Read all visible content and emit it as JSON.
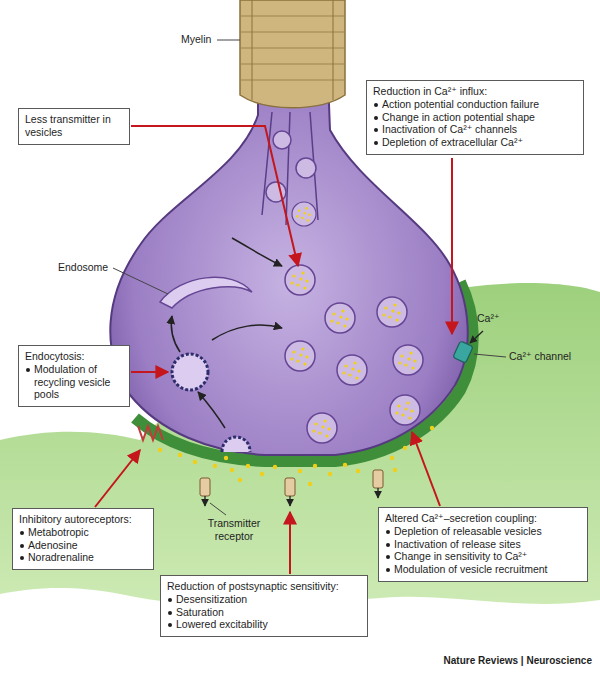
{
  "diagram": {
    "nodes": [
      {
        "text": [
          "Less transmitter in vesicles"
        ]
      },
      {
        "text": [
          "Reduction in Ca²⁺ influx:",
          "Action potential conduction failure",
          "Change in action potential shape",
          "Inactivation of Ca²⁺ channels",
          "Depletion of extracellular Ca²⁺"
        ]
      },
      {
        "text": [
          "Endocytosis:",
          "Modulation of recycling vesicle pools"
        ]
      },
      {
        "text": [
          "Inhibitory autoreceptors:",
          "Metabotropic",
          "Adenosine",
          "Noradrenaline"
        ]
      },
      {
        "text": [
          "Reduction of postsynaptic sensitivity:",
          "Desensitization",
          "Saturation",
          "Lowered excitability"
        ]
      },
      {
        "text": [
          "Altered Ca²⁺–secretion coupling:",
          "Depletion of releasable vesicles",
          "Inactivation of release sites",
          "Change in sensitivity to Ca²⁺",
          "Modulation of vesicle recruitment"
        ]
      }
    ],
    "labels": [
      "Myelin",
      "Endosome",
      "Ca²⁺",
      "Ca²⁺ channel",
      "Transmitter receptor",
      "Nature Reviews | Neuroscience"
    ]
  }
}
